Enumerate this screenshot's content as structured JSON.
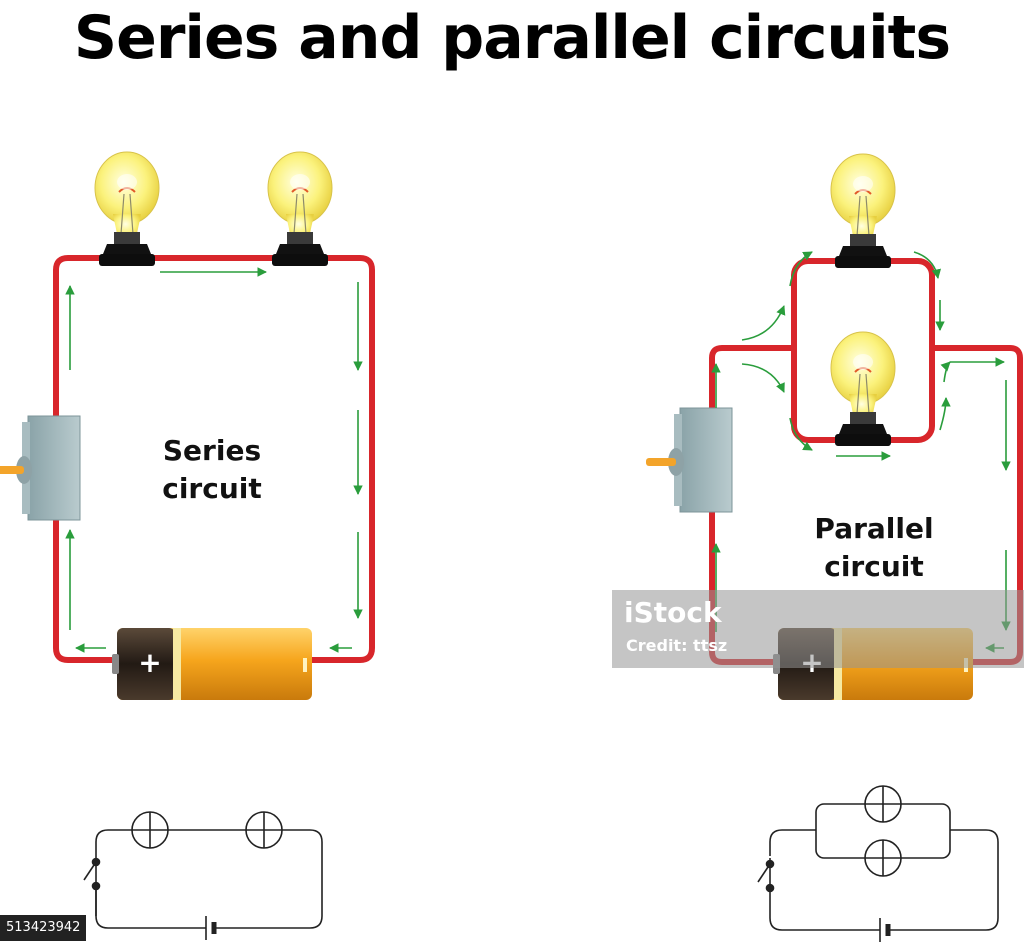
{
  "title": "Series and parallel circuits",
  "labels": {
    "series": [
      "Series",
      "circuit"
    ],
    "parallel": [
      "Parallel",
      "circuit"
    ]
  },
  "battery_sign": "+",
  "watermark": {
    "logo": "iStock",
    "credit": "Credit: ttsz"
  },
  "stock_id": "513423942",
  "colors": {
    "wire": "#d8262b",
    "current_arrow": "#2a9d3c",
    "battery_body": "#f4a41c",
    "battery_cap": "#2a211a",
    "switch": "#9fb6bb",
    "bulb_glass": "#fbf27c",
    "bulb_base": "#111111"
  },
  "icons": [
    "light-bulb-icon",
    "battery-icon",
    "switch-icon",
    "lamp-symbol-icon",
    "switch-symbol-icon",
    "cell-symbol-icon"
  ]
}
